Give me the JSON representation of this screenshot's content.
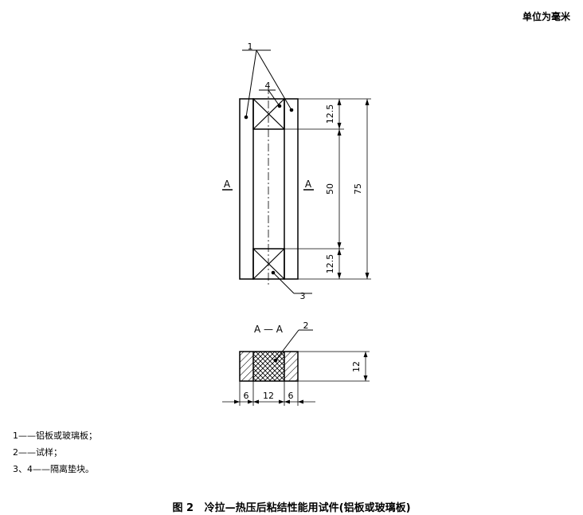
{
  "unit_note": "单位为毫米",
  "front_view": {
    "callouts": [
      "1",
      "4",
      "3"
    ],
    "section_marks": [
      "A",
      "A"
    ],
    "dimensions": [
      "12.5",
      "50",
      "12.5",
      "75"
    ]
  },
  "section_view": {
    "title": "A — A",
    "callout": "2",
    "dimensions": [
      "6",
      "12",
      "6",
      "12"
    ]
  },
  "legend": [
    {
      "key": "1",
      "dash": "——",
      "text": "铝板或玻璃板；"
    },
    {
      "key": "2",
      "dash": "——",
      "text": "试样；"
    },
    {
      "key": "3、4",
      "dash": "——",
      "text": "隔离垫块。"
    }
  ],
  "caption": {
    "label": "图 2",
    "title": "冷拉—热压后粘结性能用试件(铝板或玻璃板)"
  }
}
